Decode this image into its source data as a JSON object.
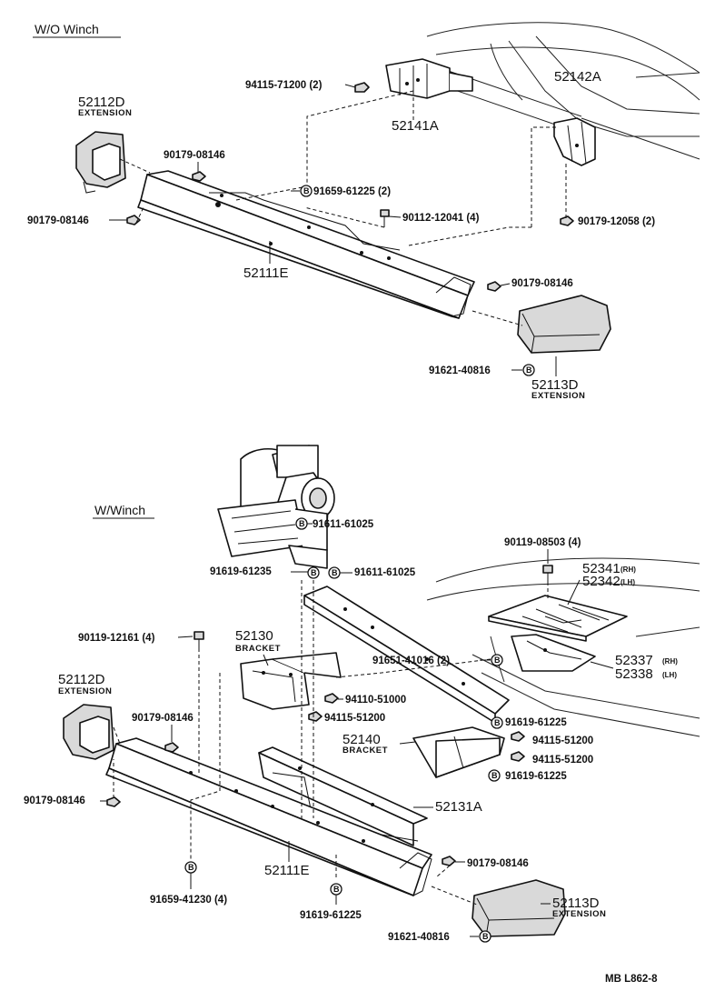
{
  "sections": {
    "without_winch": "W/O  Winch",
    "with_winch": "W/Winch"
  },
  "footer_code": "MB  L862-8",
  "bolt_marker": "B",
  "top": {
    "labels": {
      "l_94115_71200": "94115-71200 (2)",
      "l_52141A": "52141A",
      "l_52142A": "52142A",
      "l_52112D": "52112D",
      "l_extension_1": "EXTENSION",
      "l_90179_08146_a": "90179-08146",
      "l_91659_61225": "91659-61225 (2)",
      "l_90179_08146_b": "90179-08146",
      "l_90112_12041": "90112-12041 (4)",
      "l_90179_12058": "90179-12058 (2)",
      "l_52111E": "52111E",
      "l_90179_08146_c": "90179-08146",
      "l_91621_40816": "91621-40816",
      "l_52113D": "52113D",
      "l_extension_2": "EXTENSION"
    }
  },
  "bottom": {
    "labels": {
      "l_91611_61025_a": "91611-61025",
      "l_90119_08503": "90119-08503 (4)",
      "l_91619_61235": "91619-61235",
      "l_91611_61025_b": "91611-61025",
      "l_52341": "52341",
      "l_52341_side": "(RH)",
      "l_52342": "52342",
      "l_52342_side": "(LH)",
      "l_90119_12161": "90119-12161 (4)",
      "l_52130": "52130",
      "l_bracket_1": "BRACKET",
      "l_91651_41016": "91651-41016 (2)",
      "l_52337": "52337",
      "l_52337_side": "(RH)",
      "l_52338": "52338",
      "l_52338_side": "(LH)",
      "l_52112D": "52112D",
      "l_extension_1": "EXTENSION",
      "l_94110_51000": "94110-51000",
      "l_90179_08146_a": "90179-08146",
      "l_94115_51200_a": "94115-51200",
      "l_91619_61225_a": "91619-61225",
      "l_52140": "52140",
      "l_bracket_2": "BRACKET",
      "l_94115_51200_b": "94115-51200",
      "l_94115_51200_c": "94115-51200",
      "l_91619_61225_b": "91619-61225",
      "l_90179_08146_b": "90179-08146",
      "l_52131A": "52131A",
      "l_52111E": "52111E",
      "l_90179_08146_c": "90179-08146",
      "l_52113D": "52113D",
      "l_extension_2": "EXTENSION",
      "l_91659_41230": "91659-41230 (4)",
      "l_91619_61225_c": "91619-61225",
      "l_91621_40816": "91621-40816"
    }
  }
}
